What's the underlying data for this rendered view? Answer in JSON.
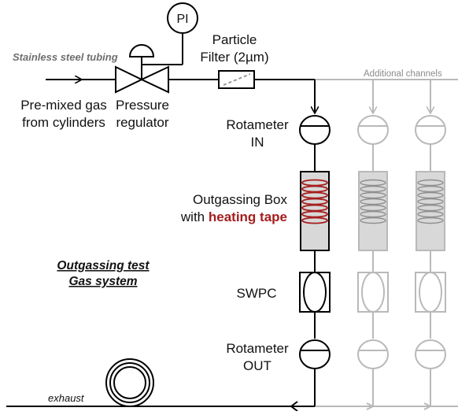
{
  "labels": {
    "tubing": "Stainless steel tubing",
    "pi": "PI",
    "filter_line1": "Particle",
    "filter_line2": "Filter (2µm)",
    "additional_channels": "Additional channels",
    "premixed_line1": "Pre-mixed gas",
    "premixed_line2": "from cylinders",
    "regulator_line1": "Pressure",
    "regulator_line2": "regulator",
    "rotameter_in_line1": "Rotameter",
    "rotameter_in_line2": "IN",
    "box_line1": "Outgassing Box",
    "box_line2_prefix": "with ",
    "box_line2_highlight": "heating tape",
    "title_line1": "Outgassing test",
    "title_line2": "Gas system",
    "swpc": "SWPC",
    "rotameter_out_line1": "Rotameter",
    "rotameter_out_line2": "OUT",
    "exhaust": "exhaust"
  },
  "colors": {
    "line": "#000000",
    "ghost": "#b9b9b9",
    "box_fill": "#d8d8d8",
    "heating_tape": "#a51d1d",
    "filter_dash": "#9a9a9a"
  }
}
